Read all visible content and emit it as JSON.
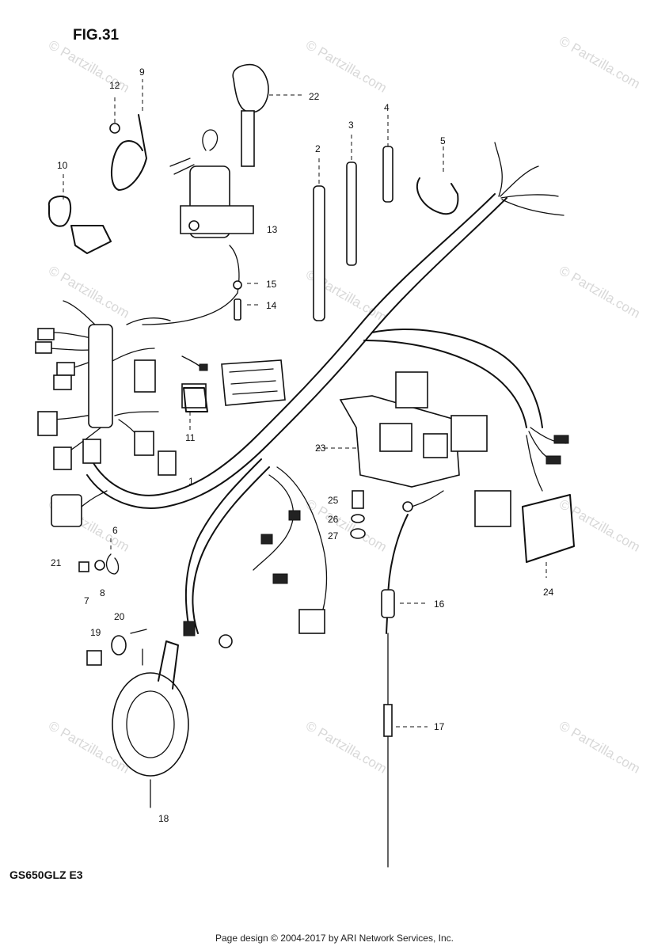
{
  "figure": {
    "title": "FIG.31",
    "model_code": "GS650GLZ  E3"
  },
  "watermark": {
    "text": "© Partzilla.com"
  },
  "callouts": [
    "1",
    "2",
    "3",
    "4",
    "5",
    "6",
    "7",
    "8",
    "9",
    "10",
    "11",
    "12",
    "13",
    "14",
    "15",
    "16",
    "17",
    "18",
    "19",
    "20",
    "21",
    "22",
    "23",
    "24",
    "25",
    "26",
    "27"
  ],
  "footer": {
    "text": "Page design © 2004-2017 by ARI Network Services, Inc."
  }
}
